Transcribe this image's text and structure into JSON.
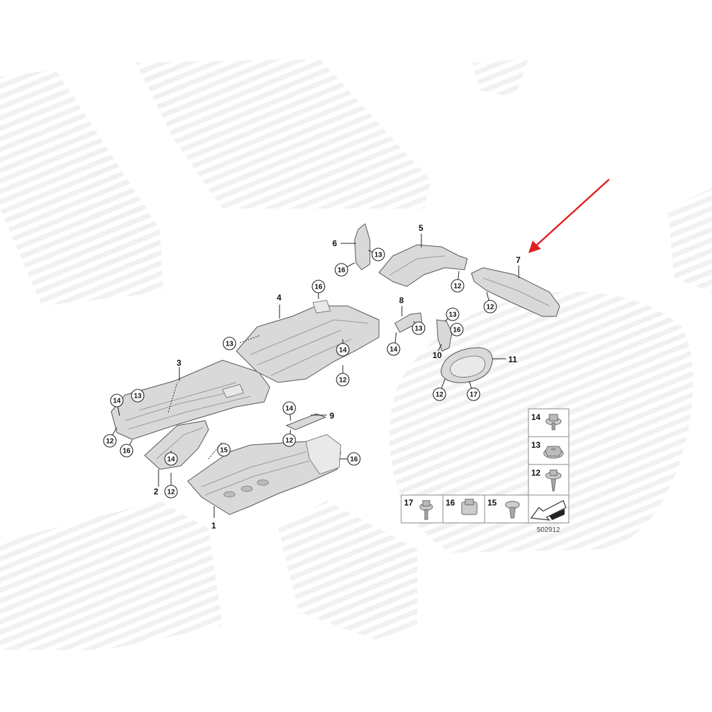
{
  "diagram": {
    "part_labels": [
      "1",
      "2",
      "3",
      "4",
      "5",
      "6",
      "7",
      "8",
      "9",
      "10",
      "11"
    ],
    "callouts": {
      "c12": "12",
      "c13": "13",
      "c14": "14",
      "c15": "15",
      "c16": "16",
      "c17": "17"
    },
    "legend": {
      "rows": [
        {
          "number": "14",
          "item": "flange-nut"
        },
        {
          "number": "13",
          "item": "hex-nut"
        },
        {
          "number": "12",
          "item": "collar-screw"
        }
      ],
      "bottom": [
        {
          "number": "17",
          "item": "hex-screw"
        },
        {
          "number": "16",
          "item": "clip-nut"
        },
        {
          "number": "15",
          "item": "expanding-rivet"
        },
        {
          "number": "",
          "item": "orientation-arrow"
        }
      ]
    },
    "reference_number": "502912",
    "highlight_color": "#e02020",
    "watermark_color": "#eeeeee"
  }
}
